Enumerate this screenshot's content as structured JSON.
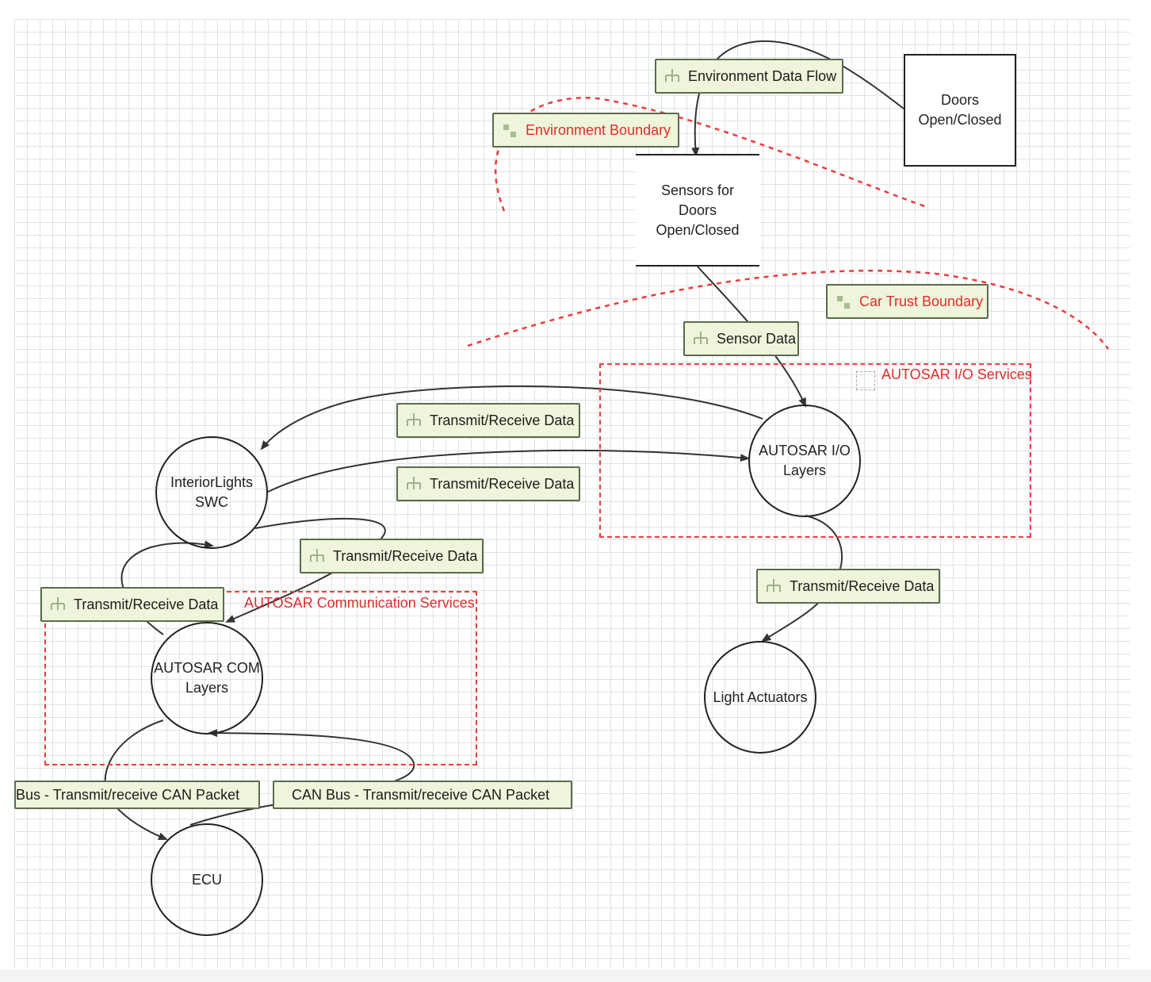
{
  "nodes": {
    "doors": "Doors\nOpen/Closed",
    "sensors": "Sensors for\nDoors\nOpen/Closed",
    "interior_lights": "InteriorLights\nSWC",
    "autosar_io": "AUTOSAR I/O\nLayers",
    "autosar_com": "AUTOSAR COM\nLayers",
    "light_actuators": "Light Actuators",
    "ecu": "ECU"
  },
  "flows": {
    "environment_data_flow": "Environment Data Flow",
    "sensor_data": "Sensor Data",
    "io_to_swc": "Transmit/Receive Data",
    "swc_to_io": "Transmit/Receive Data",
    "com_to_swc": "Transmit/Receive Data",
    "swc_to_com": "Transmit/Receive Data",
    "io_to_actuators": "Transmit/Receive Data",
    "ecu_to_com": "Bus - Transmit/receive CAN Packet",
    "com_to_ecu": "CAN Bus - Transmit/receive CAN Packet"
  },
  "boundaries": {
    "environment": "Environment Boundary",
    "car_trust": "Car Trust Boundary",
    "autosar_io_services": "AUTOSAR I/O Services",
    "autosar_comm_services": "AUTOSAR Communication Services"
  },
  "colors": {
    "boundary_red": "#e12c2c",
    "label_fill": "#eef5db",
    "grid_line": "#dfe3e6"
  }
}
